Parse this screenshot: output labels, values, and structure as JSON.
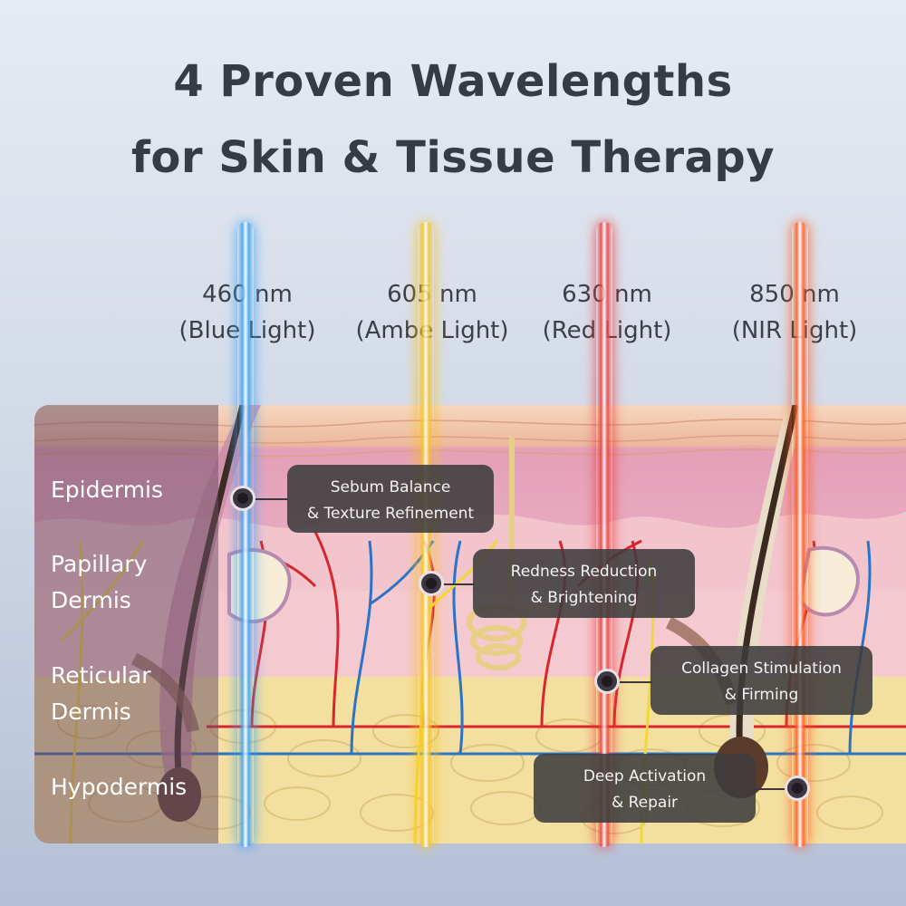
{
  "title": {
    "line1": "4 Proven Wavelengths",
    "line2": "for Skin & Tissue Therapy"
  },
  "wavelengths": [
    {
      "nm": "460 nm",
      "name": "(Blue Light)",
      "color": "#3aa3f5"
    },
    {
      "nm": "605 nm",
      "name": "(Ambe Light)",
      "color": "#f7c21e"
    },
    {
      "nm": "630 nm",
      "name": "(Red Light)",
      "color": "#ef3b3b"
    },
    {
      "nm": "850 nm",
      "name": "(NIR Light)",
      "color": "#ff5a1f"
    }
  ],
  "layers": [
    {
      "label1": "Epidermis",
      "label2": ""
    },
    {
      "label1": "Papillary",
      "label2": "Dermis"
    },
    {
      "label1": "Reticular",
      "label2": "Dermis"
    },
    {
      "label1": "Hypodermis",
      "label2": ""
    }
  ],
  "effects": [
    {
      "line1": "Sebum Balance",
      "line2": "& Texture Refinement"
    },
    {
      "line1": "Redness Reduction",
      "line2": "& Brightening"
    },
    {
      "line1": "Collagen Stimulation",
      "line2": "& Firming"
    },
    {
      "line1": "Deep Activation",
      "line2": "& Repair"
    }
  ],
  "colors": {
    "epidermis": "#e8a9bf",
    "dermis": "#f2c4cc",
    "hypodermis": "#f3dfa0",
    "artery": "#d9252c",
    "vein": "#2a73c7",
    "nerve": "#f2d836"
  }
}
